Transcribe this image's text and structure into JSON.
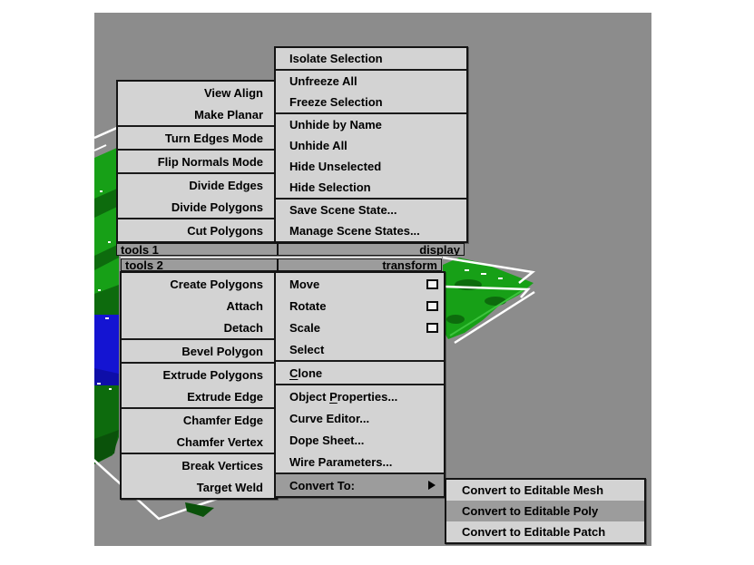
{
  "window": {
    "surround_color": "#ffffff",
    "viewport_color": "#8c8c8c"
  },
  "background_scene": {
    "terrain_green": "#17a017",
    "terrain_green_dark": "#0d6b0d",
    "terrain_green_deep": "#0a520a",
    "water_blue": "#1414d2",
    "water_blue_dark": "#0e0ea8",
    "highlight_green": "#3ec43e",
    "wireframe_color": "#ffffff"
  },
  "quad_menu": {
    "accent": {
      "item_background": "#d3d3d3",
      "title_bar_background": "#9c9c9c",
      "highlight_background": "#9c9c9c",
      "text_color": "#000000"
    },
    "bars": {
      "tools1_label": "tools 1",
      "display_label": "display",
      "tools2_label": "tools 2",
      "transform_label": "transform"
    },
    "panels": {
      "tools1": {
        "sections": [
          {
            "items": [
              {
                "label": "View Align"
              },
              {
                "label": "Make Planar"
              }
            ]
          },
          {
            "items": [
              {
                "label": "Turn Edges Mode"
              }
            ]
          },
          {
            "items": [
              {
                "label": "Flip Normals Mode"
              }
            ]
          },
          {
            "items": [
              {
                "label": "Divide Edges"
              },
              {
                "label": "Divide Polygons"
              }
            ]
          },
          {
            "items": [
              {
                "label": "Cut Polygons"
              }
            ]
          }
        ]
      },
      "display": {
        "sections": [
          {
            "items": [
              {
                "label": "Isolate Selection"
              }
            ]
          },
          {
            "items": [
              {
                "label": "Unfreeze All"
              },
              {
                "label": "Freeze Selection"
              }
            ]
          },
          {
            "items": [
              {
                "label": "Unhide by Name"
              },
              {
                "label": "Unhide All"
              },
              {
                "label": "Hide Unselected"
              },
              {
                "label": "Hide Selection"
              }
            ]
          },
          {
            "items": [
              {
                "label": "Save Scene State..."
              },
              {
                "label": "Manage Scene States..."
              }
            ]
          }
        ]
      },
      "tools2": {
        "sections": [
          {
            "items": [
              {
                "label": "Create Polygons"
              },
              {
                "label": "Attach"
              },
              {
                "label": "Detach"
              }
            ]
          },
          {
            "items": [
              {
                "label": "Bevel Polygon"
              }
            ]
          },
          {
            "items": [
              {
                "label": "Extrude Polygons"
              },
              {
                "label": "Extrude Edge"
              }
            ]
          },
          {
            "items": [
              {
                "label": "Chamfer Edge"
              },
              {
                "label": "Chamfer Vertex"
              }
            ]
          },
          {
            "items": [
              {
                "label": "Break Vertices"
              },
              {
                "label": "Target Weld"
              }
            ]
          }
        ]
      },
      "transform": {
        "sections": [
          {
            "items": [
              {
                "label": "Move",
                "settings_box": true
              },
              {
                "label": "Rotate",
                "settings_box": true
              },
              {
                "label": "Scale",
                "settings_box": true
              },
              {
                "label": "Select"
              }
            ]
          },
          {
            "items": [
              {
                "label": "Clone",
                "mnemonic": "C"
              }
            ]
          },
          {
            "items": [
              {
                "label": "Object Properties...",
                "mnemonic": "P"
              },
              {
                "label": "Curve Editor..."
              },
              {
                "label": "Dope Sheet..."
              },
              {
                "label": "Wire Parameters..."
              }
            ]
          },
          {
            "items": [
              {
                "label": "Convert To:",
                "highlighted": true,
                "submenu_arrow": true
              }
            ]
          }
        ]
      }
    },
    "submenu": {
      "sections": [
        {
          "items": [
            {
              "label": "Convert to Editable Mesh"
            },
            {
              "label": "Convert to Editable Poly",
              "highlighted": true
            },
            {
              "label": "Convert to Editable Patch"
            }
          ]
        }
      ]
    }
  }
}
